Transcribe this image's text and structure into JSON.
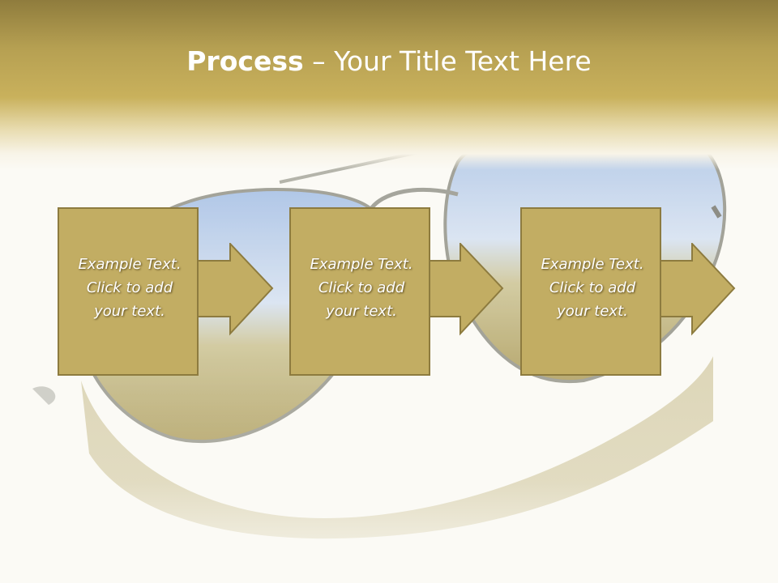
{
  "title": {
    "bold": "Process",
    "dash": " – ",
    "rest": "Your Title Text Here"
  },
  "steps": [
    {
      "line1": "Example Text.",
      "line2": "Click  to add",
      "line3": "your text."
    },
    {
      "line1": "Example Text.",
      "line2": "Click  to add",
      "line3": "your text."
    },
    {
      "line1": "Example Text.",
      "line2": "Click  to add",
      "line3": "your text."
    }
  ],
  "colors": {
    "header_top": "#8f7c3d",
    "header_mid": "#c9b15c",
    "box_fill": "#c2ad63",
    "box_border": "#8d7b3f",
    "text": "#ffffff"
  },
  "background_image": "aviator-sunglasses-reflecting-sky-and-field"
}
